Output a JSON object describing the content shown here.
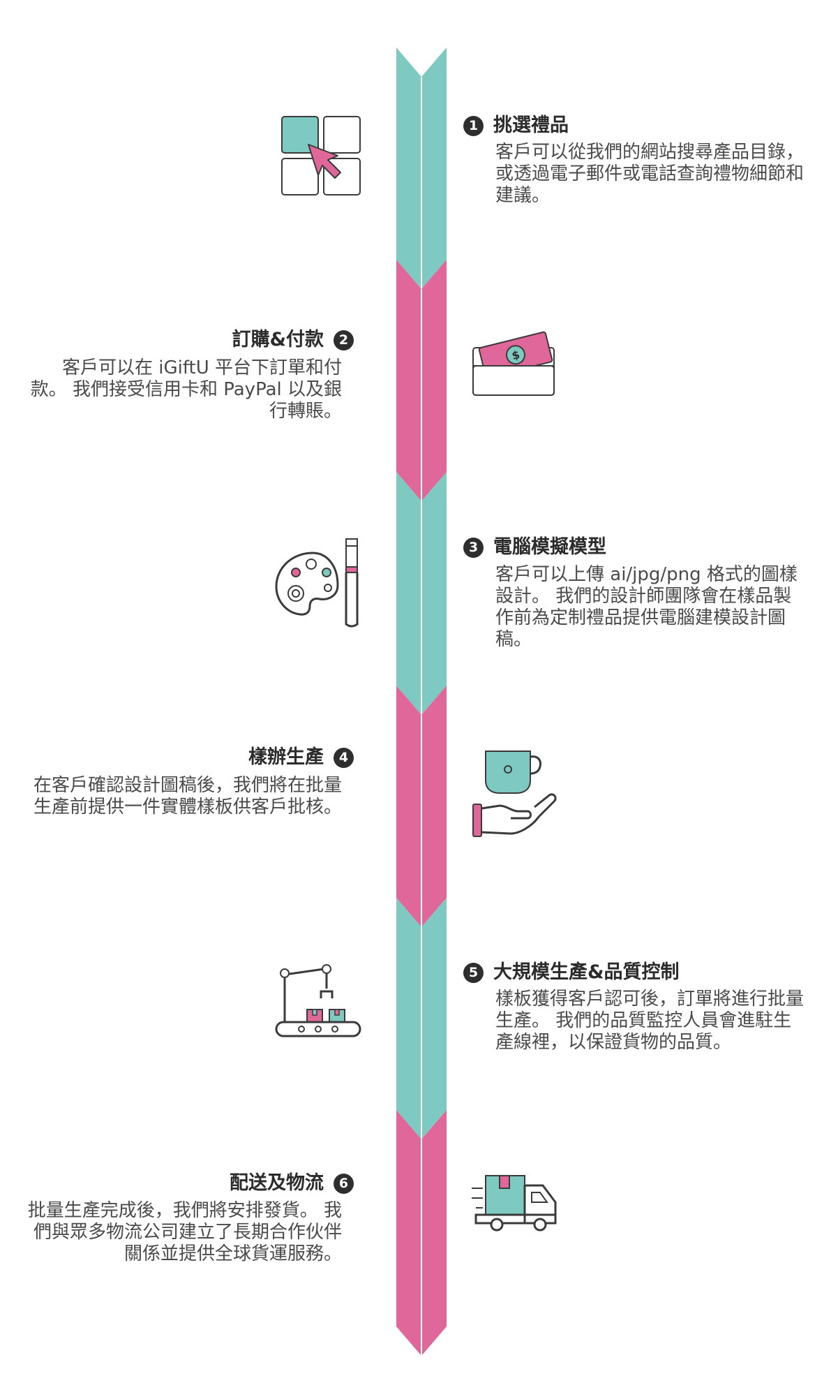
{
  "colors": {
    "teal": "#7ecac3",
    "pink": "#e0679a",
    "outline": "#3a3a3a"
  },
  "steps": [
    {
      "number": "1",
      "title": "挑選禮品",
      "description": "客戶可以從我們的網站搜尋產品目錄，或透過電子郵件或電話查詢禮物細節和建議。",
      "icon": "grid-select-icon",
      "color": "teal"
    },
    {
      "number": "2",
      "title": "訂購&付款",
      "description": "客戶可以在 iGiftU 平台下訂單和付款。 我們接受信用卡和 PayPal 以及銀行轉賬。",
      "icon": "money-wallet-icon",
      "color": "pink"
    },
    {
      "number": "3",
      "title": "電腦模擬模型",
      "description": "客戶可以上傳 ai/jpg/png 格式的圖樣設計。 我們的設計師團隊會在樣品製作前為定制禮品提供電腦建模設計圖稿。",
      "icon": "palette-brush-icon",
      "color": "teal"
    },
    {
      "number": "4",
      "title": "樣辦生產",
      "description": "在客戶確認設計圖稿後，我們將在批量生產前提供一件實體樣板供客戶批核。",
      "icon": "mug-hand-icon",
      "color": "pink"
    },
    {
      "number": "5",
      "title": "大規模生產&品質控制",
      "description": "樣板獲得客戶認可後，訂單將進行批量生產。 我們的品質監控人員會進駐生產線裡，以保證貨物的品質。",
      "icon": "conveyor-robot-icon",
      "color": "teal"
    },
    {
      "number": "6",
      "title": "配送及物流",
      "description": "批量生產完成後，我們將安排發貨。 我們與眾多物流公司建立了長期合作伙伴關係並提供全球貨運服務。",
      "icon": "delivery-truck-icon",
      "color": "pink"
    }
  ]
}
